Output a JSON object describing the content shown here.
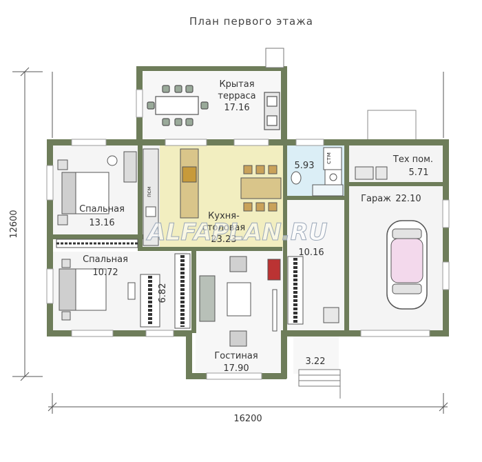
{
  "title": "План первого этажа",
  "watermark": "ALFAPLAN.RU",
  "dimensions": {
    "width": "16200",
    "height": "12600"
  },
  "rooms": {
    "terrace": {
      "name": "Крытая\nтерраса",
      "area": "17.16"
    },
    "bedroom1": {
      "name": "Спальная",
      "area": "13.16"
    },
    "kitchen": {
      "name": "Кухня-\nстоловая",
      "area": "23.23"
    },
    "bath": {
      "area": "5.93"
    },
    "tech": {
      "name": "Тех пом.",
      "area": "5.71"
    },
    "garage": {
      "name": "Гараж",
      "area": "22.10"
    },
    "bedroom2": {
      "name": "Спальная",
      "area": "10.72"
    },
    "closet": {
      "area": "6.82"
    },
    "living": {
      "name": "Гостиная",
      "area": "17.90"
    },
    "hall": {
      "area": "10.16"
    },
    "porch": {
      "area": "3.22"
    }
  },
  "fixtures": {
    "washer": "стм",
    "dishwasher": "псм"
  }
}
